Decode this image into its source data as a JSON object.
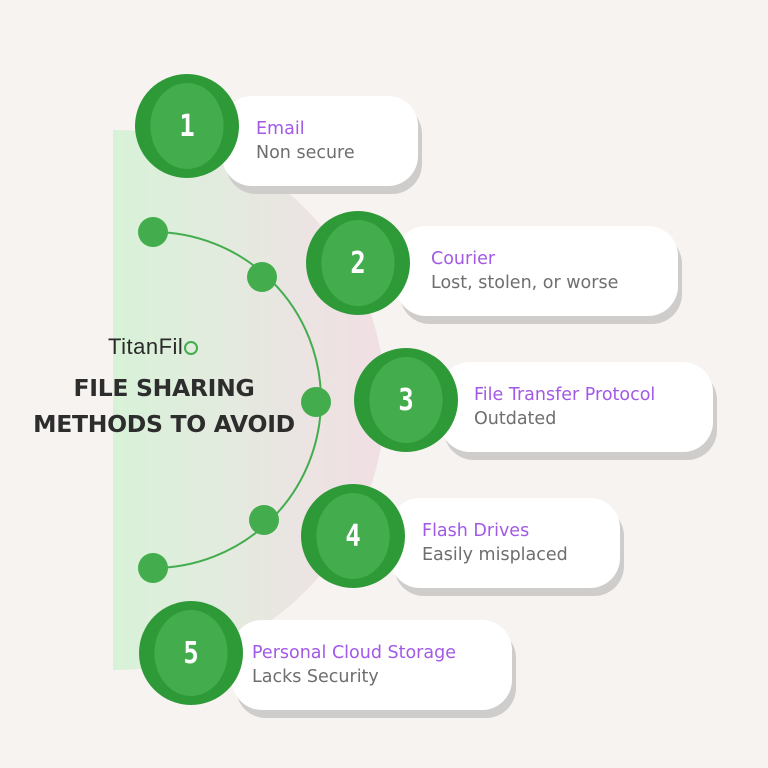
{
  "brand": {
    "name": "TitanFil",
    "logo_icon": "swirl-e-icon"
  },
  "headline": {
    "line1": "FILE SHARING",
    "line2": "METHODS TO AVOID"
  },
  "colors": {
    "background": "#F7F3F1",
    "circle_outer": "#2E9A37",
    "circle_inner": "#43AD4E",
    "title_purple": "#A259E6",
    "desc_grey": "#6E6E6E",
    "card_shadow": "#CFCDCB"
  },
  "methods": [
    {
      "number": "1",
      "title": "Email",
      "description": "Non secure"
    },
    {
      "number": "2",
      "title": "Courier",
      "description": "Lost, stolen, or worse"
    },
    {
      "number": "3",
      "title": "File Transfer Protocol",
      "description": "Outdated"
    },
    {
      "number": "4",
      "title": "Flash Drives",
      "description": "Easily misplaced"
    },
    {
      "number": "5",
      "title": "Personal Cloud Storage",
      "description": "Lacks Security"
    }
  ]
}
